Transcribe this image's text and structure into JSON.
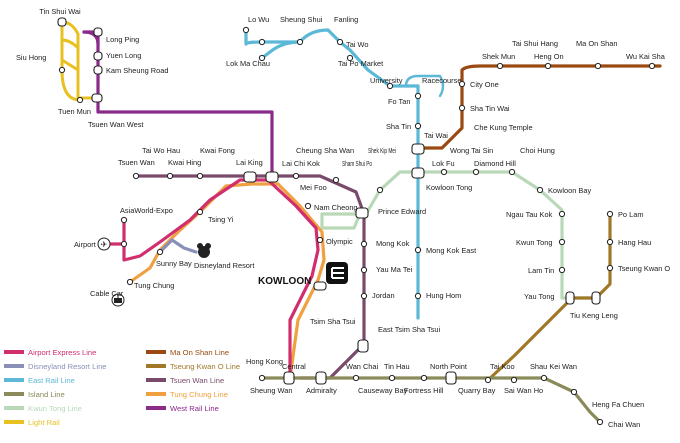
{
  "map_labels": {
    "tin_shui_wai": "Tin Shui Wai",
    "siu_hong": "Siu Hong",
    "long_ping": "Long Ping",
    "yuen_long": "Yuen Long",
    "kam_sheung_road": "Kam Sheung Road",
    "tuen_mun": "Tuen Mun",
    "tsuen_wan_west": "Tsuen Wan West",
    "lo_wu": "Lo Wu",
    "sheung_shui": "Sheung Shui",
    "fanling": "Fanling",
    "lok_ma_chau": "Lok Ma Chau",
    "tai_wo": "Tai Wo",
    "tai_po_market": "Tai Po Market",
    "university": "University",
    "racecourse": "Racecourse",
    "fo_tan": "Fo Tan",
    "sha_tin": "Sha Tin",
    "tai_wai": "Tai Wai",
    "city_one": "City One",
    "sha_tin_wai": "Sha Tin Wai",
    "che_kung_temple": "Che Kung Temple",
    "shek_mun": "Shek Mun",
    "tai_shui_hang": "Tai Shui Hang",
    "heng_on": "Heng On",
    "ma_on_shan": "Ma On Shan",
    "wu_kai_sha": "Wu Kai Sha",
    "tai_wo_hau": "Tai Wo Hau",
    "kwai_fong": "Kwai Fong",
    "tsuen_wan": "Tsuen Wan",
    "kwai_hing": "Kwai Hing",
    "lai_king": "Lai King",
    "cheung_sha_wan": "Cheung Sha Wan",
    "lai_chi_kok": "Lai Chi Kok",
    "sham_shui_po": "Sham Shui Po",
    "shek_kip_mei": "Shek Kip Mei",
    "wong_tai_sin": "Wong Tai Sin",
    "choi_hung": "Choi Hung",
    "lok_fu": "Lok Fu",
    "diamond_hill": "Diamond Hill",
    "kowloon_tong": "Kowloon Tong",
    "kowloon_bay": "Kowloon Bay",
    "mei_foo": "Mei Foo",
    "nam_cheong": "Nam Cheong",
    "olympic": "Olympic",
    "asiaworld_expo": "AsiaWorld-Expo",
    "tsing_yi": "Tsing Yi",
    "airport": "Airport",
    "sunny_bay": "Sunny Bay",
    "disneyland_resort": "Disneyland Resort",
    "cable_car": "Cable Car",
    "tung_chung": "Tung Chung",
    "kowloon": "KOWLOON",
    "prince_edward": "Prince Edward",
    "mong_kok": "Mong Kok",
    "mong_kok_east": "Mong Kok East",
    "yau_ma_tei": "Yau Ma Tei",
    "jordan": "Jordan",
    "hung_hom": "Hung Hom",
    "tsim_sha_tsui": "Tsim Sha Tsui",
    "east_tsim_sha_tsui": "East Tsim Sha Tsui",
    "ngau_tau_kok": "Ngau Tau Kok",
    "kwun_tong": "Kwun Tong",
    "lam_tin": "Lam Tin",
    "yau_tong": "Yau Tong",
    "tiu_keng_leng": "Tiu Keng Leng",
    "po_lam": "Po Lam",
    "hang_hau": "Hang Hau",
    "tseung_kwan_o": "Tseung Kwan O",
    "hong_kong": "Hong Kong",
    "central": "Central",
    "sheung_wan": "Sheung Wan",
    "admiralty": "Admiralty",
    "wan_chai": "Wan Chai",
    "causeway_bay": "Causeway Bay",
    "tin_hau": "Tin Hau",
    "fortress_hill": "Fortress Hill",
    "north_point": "North Point",
    "quarry_bay": "Quarry Bay",
    "tai_koo": "Tai Koo",
    "sai_wan_ho": "Sai Wan Ho",
    "shau_kei_wan": "Shau Kei Wan",
    "heng_fa_chuen": "Heng Fa Chuen",
    "chai_wan": "Chai Wan"
  },
  "legend": [
    {
      "label": "Airport Express Line",
      "color": "#d12e6e"
    },
    {
      "label": "Disneyland Resort Line",
      "color": "#8a8fb8"
    },
    {
      "label": "East Rail Line",
      "color": "#5bb8d6"
    },
    {
      "label": "Island Line",
      "color": "#8a8a5a"
    },
    {
      "label": "Kwun Tong Line",
      "color": "#b8d8b8"
    },
    {
      "label": "Light Rail",
      "color": "#e8c020"
    },
    {
      "label": "Ma On Shan Line",
      "color": "#9a4a10"
    },
    {
      "label": "Tseung Kwan O Line",
      "color": "#a07828"
    },
    {
      "label": "Tsuen Wan Line",
      "color": "#7a4a6a"
    },
    {
      "label": "Tung Chung Line",
      "color": "#f0a040"
    },
    {
      "label": "West Rail Line",
      "color": "#8a2a8a"
    }
  ],
  "colors": {
    "airport_express": "#d12e6e",
    "disneyland": "#8a8fb8",
    "east_rail": "#5bb8d6",
    "island": "#8a8a5a",
    "kwun_tong": "#b8d8b8",
    "light_rail": "#e8c020",
    "ma_on_shan": "#9a4a10",
    "tseung_kwan_o": "#a07828",
    "tsuen_wan": "#7a4a6a",
    "tung_chung": "#f0a040",
    "west_rail": "#8a2a8a"
  },
  "icons": [
    "airport-icon",
    "disneyland-icon",
    "cable-car-icon",
    "kowloon-icon"
  ]
}
